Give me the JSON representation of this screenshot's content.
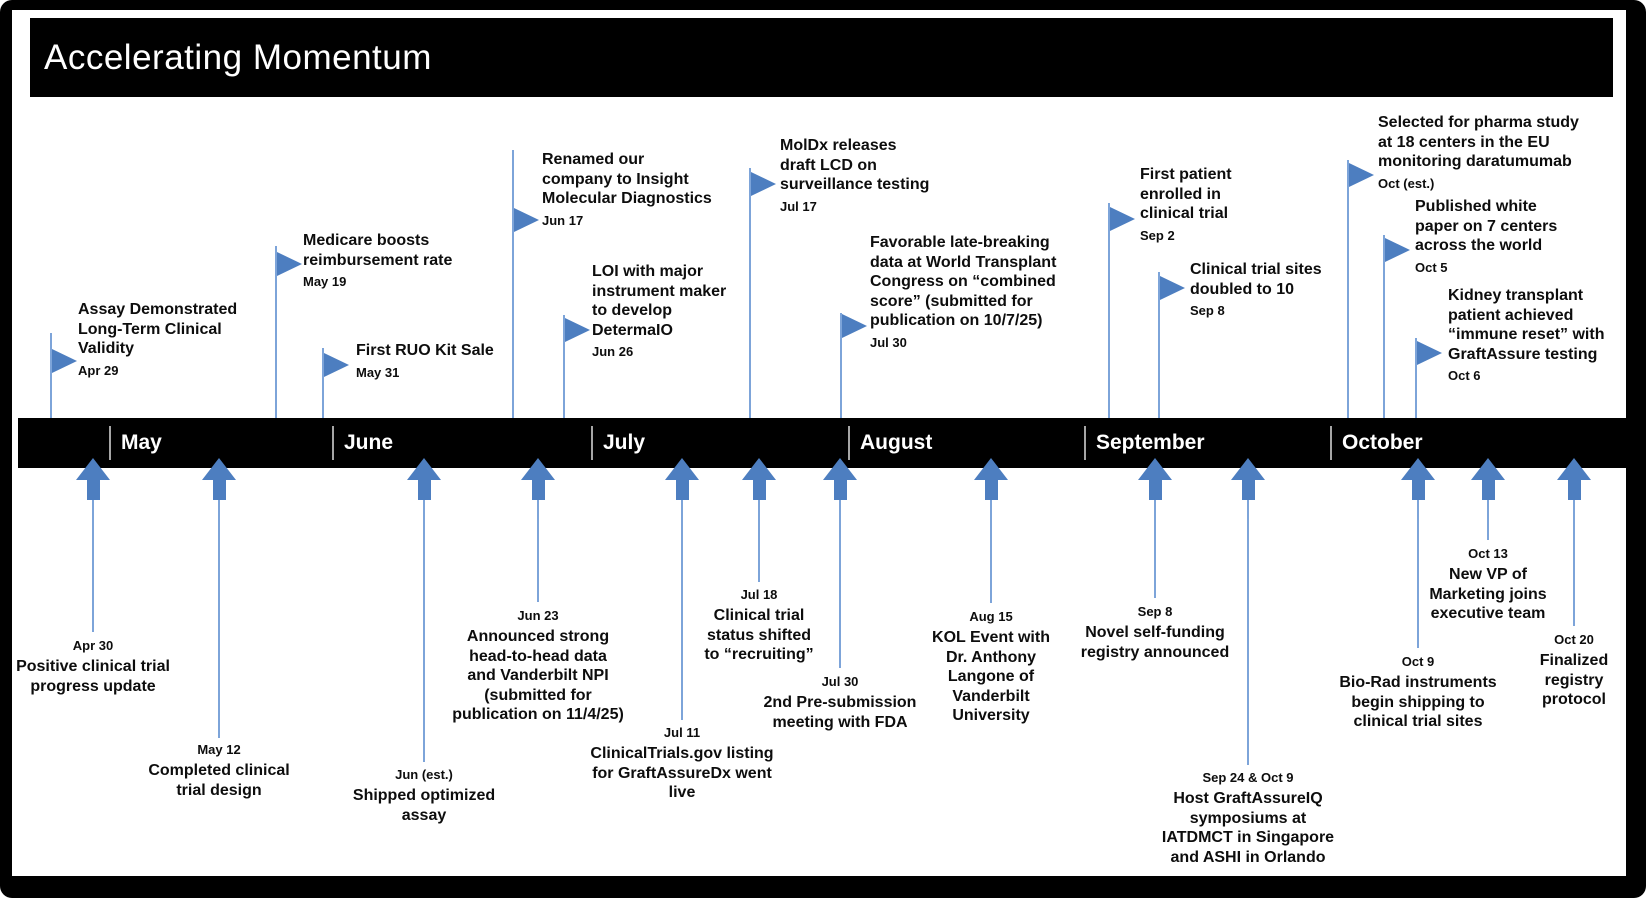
{
  "title": "Accelerating Momentum",
  "colors": {
    "flag_blue": "#4d7ec0",
    "line_blue": "#7da4d9",
    "bar_bg": "#000000",
    "text": "#0d0d0d"
  },
  "timeline": {
    "months": [
      {
        "label": "May"
      },
      {
        "label": "June"
      },
      {
        "label": "July"
      },
      {
        "label": "August"
      },
      {
        "label": "September"
      },
      {
        "label": "October"
      }
    ]
  },
  "top_events": [
    {
      "title": "Assay Demonstrated\nLong-Term Clinical\nValidity",
      "date": "Apr 29"
    },
    {
      "title": "Medicare boosts\nreimbursement rate",
      "date": "May 19"
    },
    {
      "title": "First RUO Kit Sale",
      "date": "May 31"
    },
    {
      "title": "Renamed our\ncompany to Insight\nMolecular Diagnostics",
      "date": "Jun 17"
    },
    {
      "title": "LOI with major\ninstrument maker\nto develop\nDetermaIO",
      "date": "Jun 26"
    },
    {
      "title": "MolDx releases\ndraft LCD on\nsurveillance testing",
      "date": "Jul 17"
    },
    {
      "title": "Favorable late-breaking\ndata at World Transplant\nCongress on “combined\nscore” (submitted for\npublication on 10/7/25)",
      "date": "Jul 30"
    },
    {
      "title": "First patient\nenrolled in\nclinical trial",
      "date": "Sep 2"
    },
    {
      "title": "Clinical trial sites\ndoubled to 10",
      "date": "Sep 8"
    },
    {
      "title": "Selected for pharma study\nat 18 centers in the EU\nmonitoring daratumumab",
      "date": "Oct (est.)"
    },
    {
      "title": "Published white\npaper on 7 centers\nacross the world",
      "date": "Oct 5"
    },
    {
      "title": "Kidney transplant\npatient achieved\n“immune reset” with\nGraftAssure testing",
      "date": "Oct 6"
    }
  ],
  "bottom_events": [
    {
      "date": "Apr 30",
      "title": "Positive clinical trial\nprogress update"
    },
    {
      "date": "May 12",
      "title": "Completed clinical\ntrial design"
    },
    {
      "date": "Jun (est.)",
      "title": "Shipped optimized\nassay"
    },
    {
      "date": "Jun 23",
      "title": "Announced strong\nhead-to-head data\nand Vanderbilt NPI\n(submitted for\npublication on 11/4/25)"
    },
    {
      "date": "Jul 11",
      "title": "ClinicalTrials.gov listing\nfor GraftAssureDx went\nlive"
    },
    {
      "date": "Jul 18",
      "title": "Clinical trial\nstatus shifted\nto “recruiting”"
    },
    {
      "date": "Jul 30",
      "title": "2nd Pre-submission\nmeeting with FDA"
    },
    {
      "date": "Aug 15",
      "title": "KOL Event with\nDr. Anthony\nLangone of\nVanderbilt\nUniversity"
    },
    {
      "date": "Sep 8",
      "title": "Novel self-funding\nregistry announced"
    },
    {
      "date": "Sep 24 & Oct 9",
      "title": "Host GraftAssureIQ\nsymposiums at\nIATDMCT in Singapore\nand ASHI in Orlando"
    },
    {
      "date": "Oct 9",
      "title": "Bio-Rad instruments\nbegin shipping to\nclinical trial sites"
    },
    {
      "date": "Oct 13",
      "title": "New VP of\nMarketing joins\nexecutive team"
    },
    {
      "date": "Oct 20",
      "title": "Finalized\nregistry\nprotocol"
    }
  ]
}
